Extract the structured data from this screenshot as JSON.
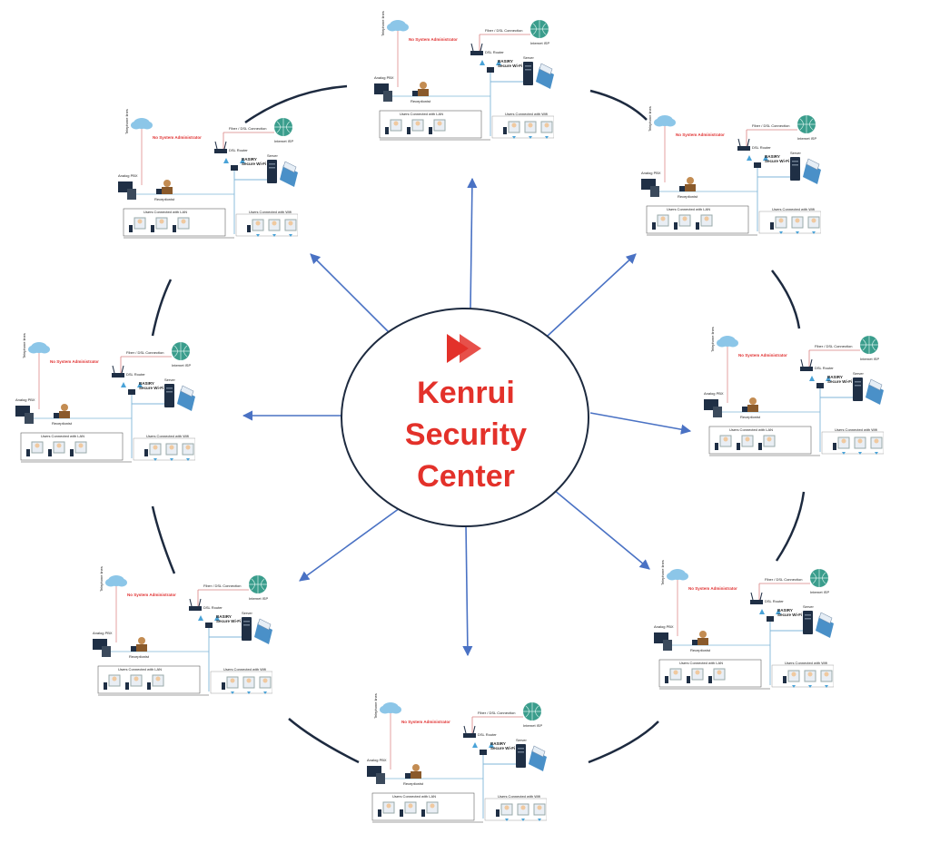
{
  "center": {
    "title_lines": [
      "Kenrui",
      "Security",
      "Center"
    ],
    "title_color": "#e3312a",
    "logo_color": "#e3312a"
  },
  "colors": {
    "arrow": "#4a72c4",
    "ring": "#1d2a3f",
    "cable": "#7fb6d8",
    "fiber": "#d98080"
  },
  "site_labels": {
    "telephone_lines": "Telephone lines",
    "no_admin": "No System Administrator",
    "fiber_dsl": "Fiber / DSL Connection",
    "internet_isp": "Internet ISP",
    "dsl_router": "DSL Router",
    "basiry": "BASIRY",
    "secure_wifi": "Secure Wi-Fi",
    "analog_pbx": "Analog PBX",
    "receptionist": "Receptionist",
    "server": "Server",
    "users_lan": "Users Connected with LAN",
    "users_wifi": "Users Connected with Wifi"
  },
  "sites": [
    {
      "id": "top"
    },
    {
      "id": "upper-left"
    },
    {
      "id": "upper-right"
    },
    {
      "id": "left"
    },
    {
      "id": "right"
    },
    {
      "id": "lower-left"
    },
    {
      "id": "lower-right"
    },
    {
      "id": "bottom"
    }
  ]
}
